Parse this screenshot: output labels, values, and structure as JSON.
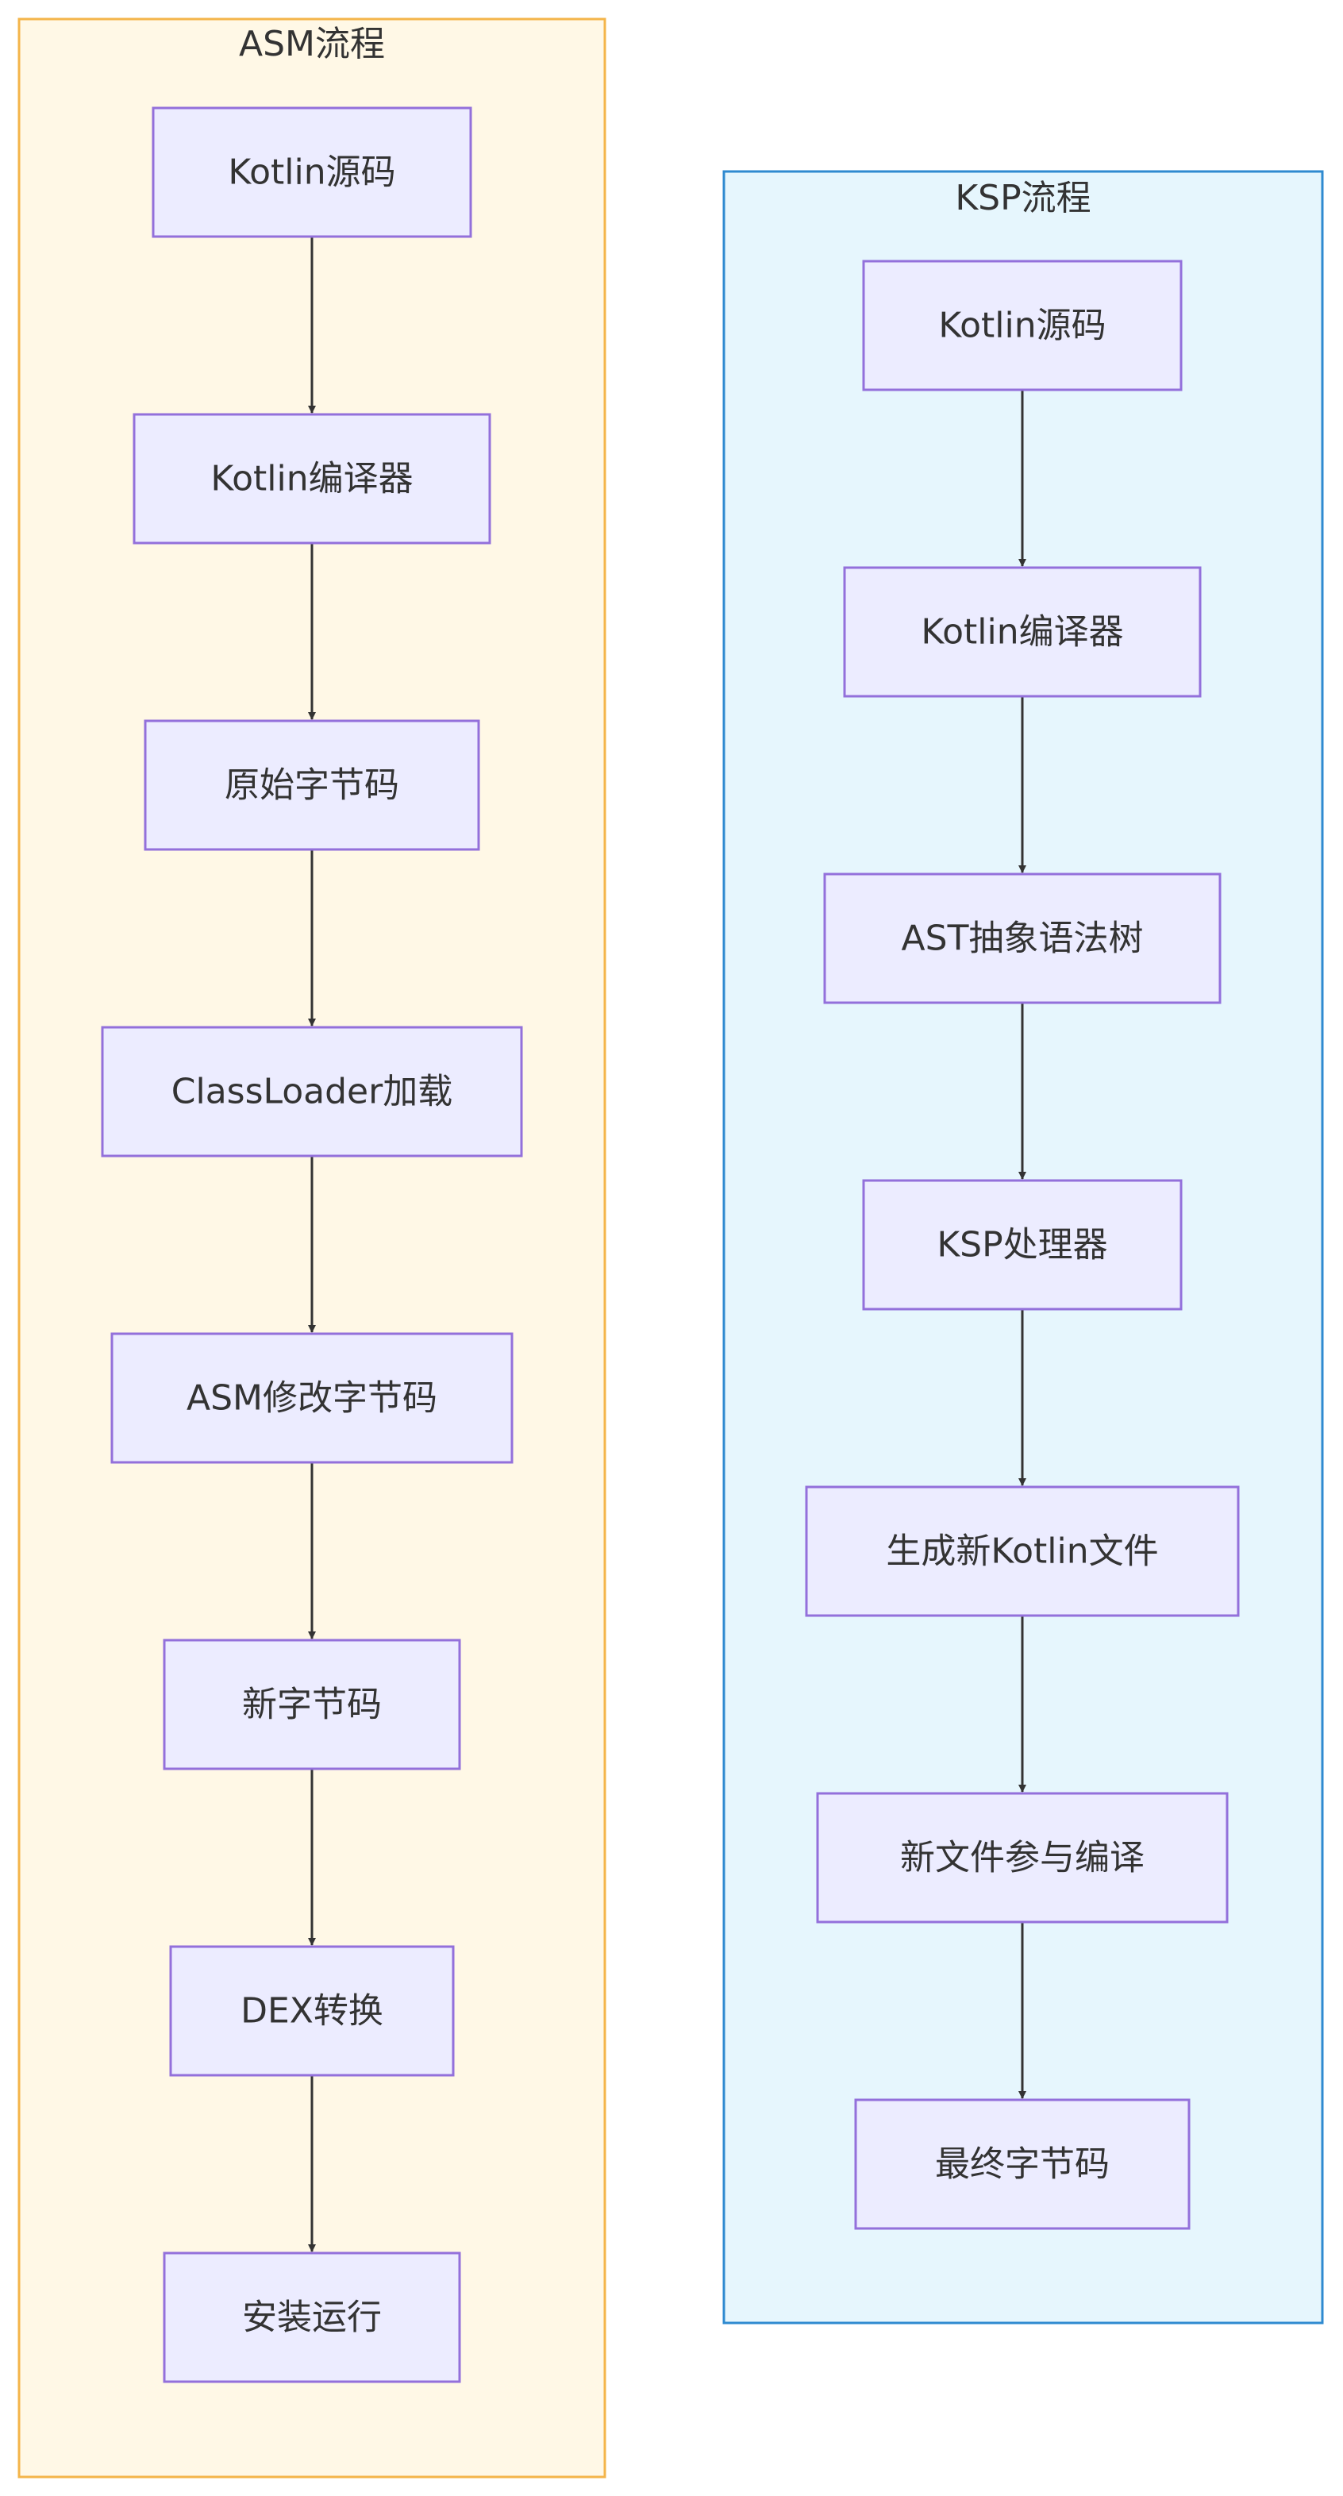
{
  "colors": {
    "asm_cluster_fill": "#fff8e6",
    "asm_cluster_stroke": "#f4b54a",
    "ksp_cluster_fill": "#e6f6fd",
    "ksp_cluster_stroke": "#2f8ad0",
    "node_fill": "#ececff",
    "node_stroke": "#9370db",
    "edge": "#333333",
    "text": "#333333"
  },
  "clusters": {
    "asm": {
      "title": "ASM流程",
      "nodes": [
        "Kotlin源码",
        "Kotlin编译器",
        "原始字节码",
        "ClassLoader加载",
        "ASM修改字节码",
        "新字节码",
        "DEX转换",
        "安装运行"
      ]
    },
    "ksp": {
      "title": "KSP流程",
      "nodes": [
        "Kotlin源码",
        "Kotlin编译器",
        "AST抽象语法树",
        "KSP处理器",
        "生成新Kotlin文件",
        "新文件参与编译",
        "最终字节码"
      ]
    }
  }
}
